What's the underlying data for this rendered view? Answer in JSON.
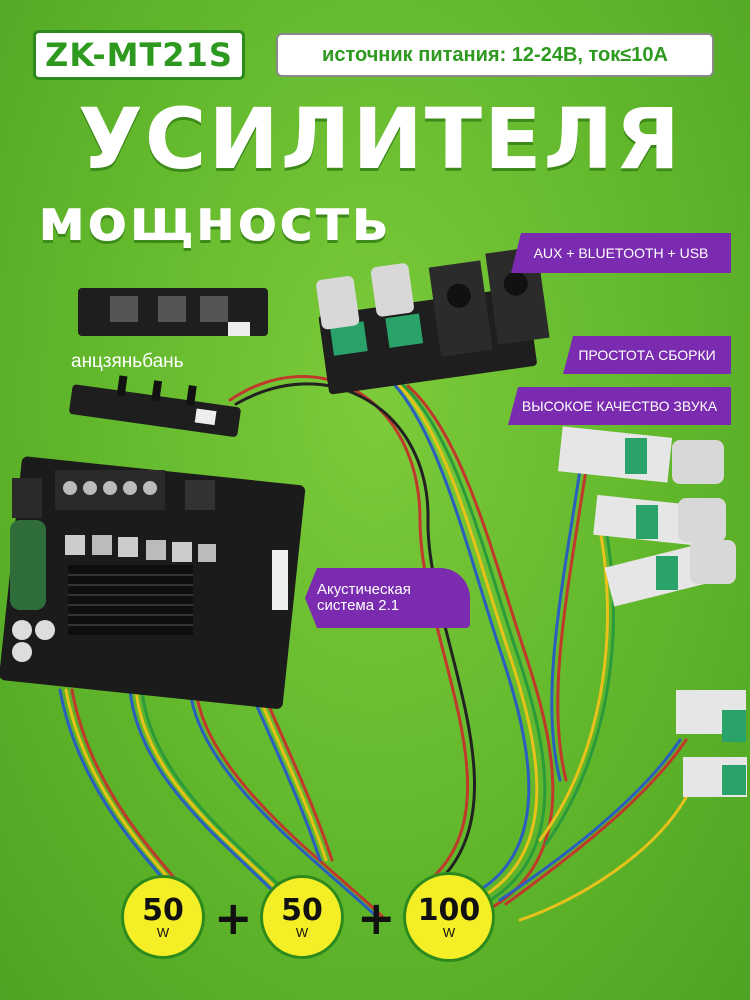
{
  "header": {
    "model": "ZK-MT21S",
    "power_spec": "источник питания: 12-24В, ток≤10А",
    "title_line1": "УСИЛИТЕЛЯ",
    "title_line2": "мощность"
  },
  "features": {
    "inputs": "AUX + BLUETOOTH + USB",
    "assembly": "ПРОСТОТА СБОРКИ",
    "sound": "ВЫСОКОЕ КАЧЕСТВО ЗВУКА"
  },
  "system": {
    "line1": "Акустическая",
    "line2": "система 2.1"
  },
  "sensor_label": "анцзяньбань",
  "power_output": {
    "channel_left": {
      "value": "50",
      "unit": "W"
    },
    "channel_right": {
      "value": "50",
      "unit": "W"
    },
    "subwoofer": {
      "value": "100",
      "unit": "W"
    },
    "plus_sign": "+"
  },
  "colors": {
    "background": "#5fb52a",
    "brand_green": "#2d9a1f",
    "tag_purple": "#7b2bb0",
    "badge_yellow": "#f3ee25"
  }
}
